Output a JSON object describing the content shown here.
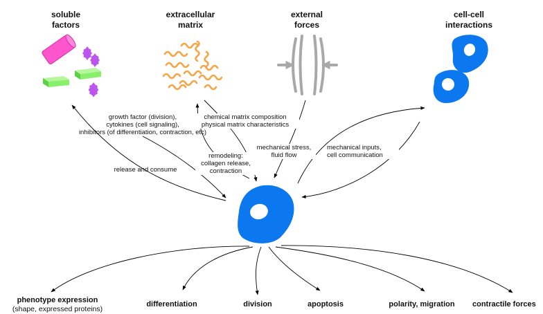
{
  "headings": {
    "soluble": [
      "soluble",
      "factors"
    ],
    "ecm": [
      "extracellular",
      "matrix"
    ],
    "forces": [
      "external",
      "forces"
    ],
    "cellcell": [
      "cell-cell",
      "interactions"
    ]
  },
  "edge_labels": {
    "growth": [
      "growth factor (division),",
      "cytokines (cell signaling),",
      "inhibitors (of differentiation, contraction, etc)"
    ],
    "release": "release and consume",
    "chemical": [
      "chemical matrix composition",
      "physical matrix characteristics"
    ],
    "remodeling": [
      "remodeling:",
      "collagen release,",
      "contraction"
    ],
    "mechanical_stress": [
      "mechanical stress,",
      "fluid flow"
    ],
    "mechanical_inputs": [
      "mechanical inputs,",
      "cell communication"
    ]
  },
  "outputs": {
    "phenotype": "phenotype expression",
    "phenotype_sub": "(shape, expressed proteins)",
    "differentiation": "differentiation",
    "division": "division",
    "apoptosis": "apoptosis",
    "polarity": "polarity, migration",
    "contractile": "contractile forces"
  },
  "colors": {
    "cell": "#0b78f0",
    "cylinder": "#ff55cc",
    "block": "#88f06a",
    "star": "#bb55ee",
    "fiber": "#f5a545",
    "force": "#a8a8a8",
    "arrow": "#000000"
  }
}
